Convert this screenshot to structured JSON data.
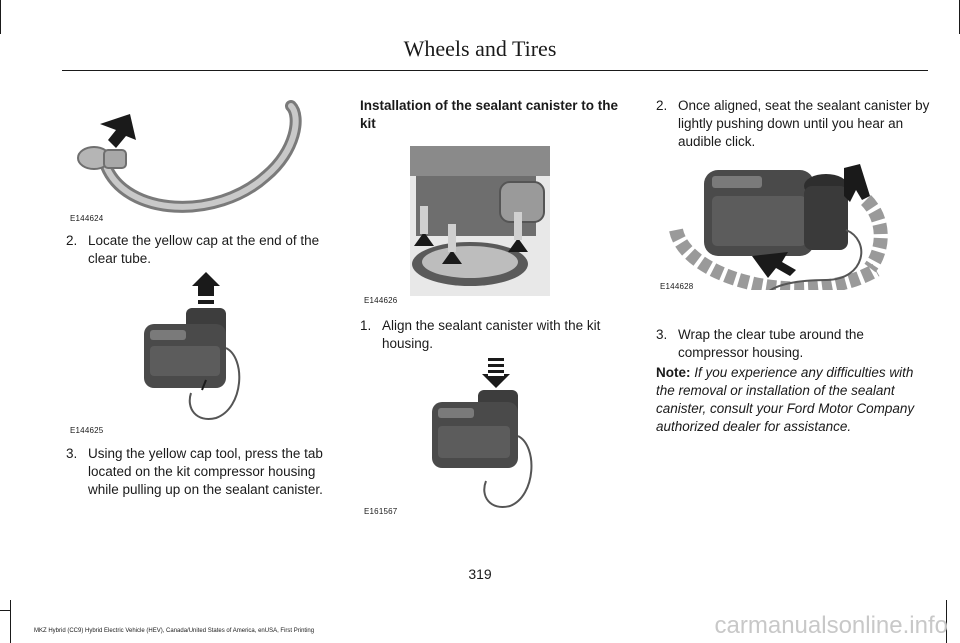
{
  "header": {
    "title": "Wheels and Tires"
  },
  "col1": {
    "fig1_code": "E144624",
    "step2_num": "2.",
    "step2_text": "Locate the yellow cap at the end of the clear tube.",
    "fig2_code": "E144625",
    "step3_num": "3.",
    "step3_text": "Using the yellow cap tool, press the tab located on the kit compressor housing while pulling up on the sealant canister."
  },
  "col2": {
    "heading": "Installation of the sealant canister to the kit",
    "fig3_code": "E144626",
    "step1_num": "1.",
    "step1_text": "Align the sealant canister with the kit housing.",
    "fig4_code": "E161567"
  },
  "col3": {
    "step2_num": "2.",
    "step2_text": "Once aligned, seat the sealant canister by lightly pushing down until you hear an audible click.",
    "fig5_code": "E144628",
    "step3_num": "3.",
    "step3_text": "Wrap the clear tube around the compressor housing.",
    "note_label": "Note:",
    "note_text": "If you experience any difficulties with the removal or installation of the sealant canister, consult your Ford Motor Company authorized dealer for assistance."
  },
  "footer": {
    "page_number": "319",
    "publication": "MKZ Hybrid (CC9) Hybrid Electric Vehicle (HEV), Canada/United States of America, enUSA, First Printing",
    "watermark": "carmanualsonline.info"
  }
}
